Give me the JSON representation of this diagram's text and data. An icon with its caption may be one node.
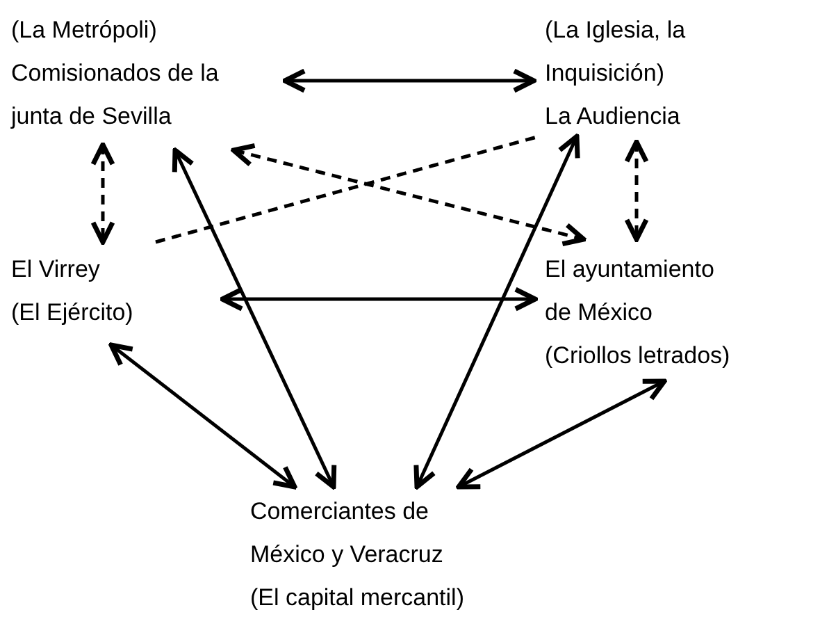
{
  "diagram": {
    "nodes": [
      {
        "text": [
          "(La Metrópoli)",
          "Comisionados de la junta de Sevilla"
        ]
      },
      {
        "text": [
          "(La Iglesia, la Inquisición)",
          "La Audiencia"
        ]
      },
      {
        "text": [
          "El Virrey",
          "(El Ejército)"
        ]
      },
      {
        "text": [
          "El ayuntamiento de México",
          "(Criollos letrados)"
        ]
      },
      {
        "text": [
          "Comerciantes de México y Veracruz",
          "(El capital mercantil)"
        ]
      }
    ],
    "edges": [
      {
        "from": 0,
        "to": 1,
        "arrow": "both"
      },
      {
        "from": 0,
        "to": 2,
        "arrow": "both",
        "style": "dashed"
      },
      {
        "from": 1,
        "to": 3,
        "arrow": "both",
        "style": "dashed"
      },
      {
        "from": 2,
        "to": 1,
        "arrow": "none",
        "style": "dashed"
      },
      {
        "from": 3,
        "to": 0,
        "arrow": "both",
        "style": "dashed"
      },
      {
        "from": 2,
        "to": 3,
        "arrow": "both"
      },
      {
        "from": 0,
        "to": 4,
        "arrow": "both"
      },
      {
        "from": 1,
        "to": 4,
        "arrow": "both"
      },
      {
        "from": 2,
        "to": 4,
        "arrow": "both"
      },
      {
        "from": 3,
        "to": 4,
        "arrow": "both"
      }
    ]
  }
}
